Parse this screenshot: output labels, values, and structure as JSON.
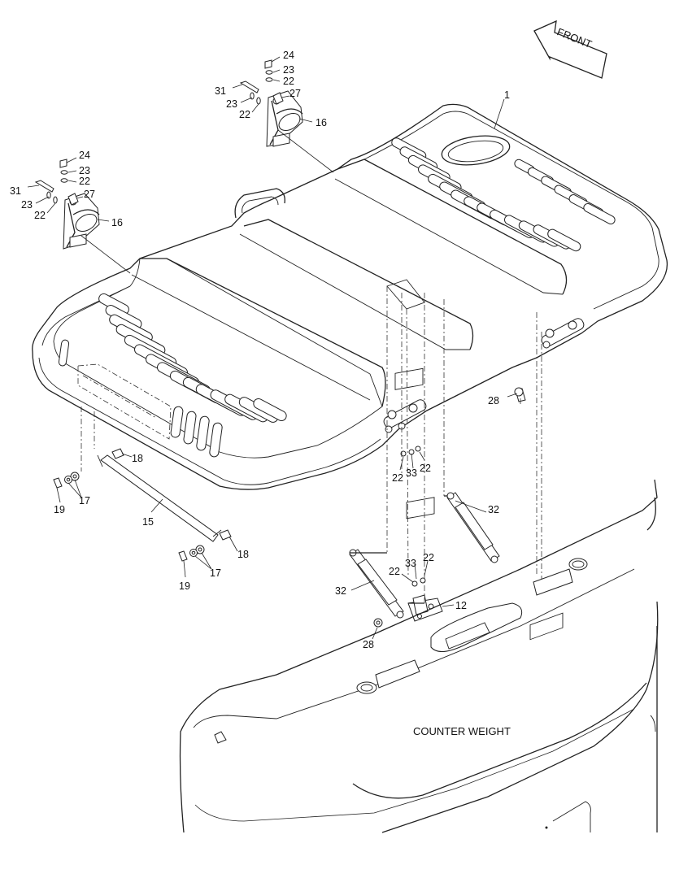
{
  "front_label": "FRONT",
  "counterweight_label": "COUNTER WEIGHT",
  "callouts": [
    {
      "id": "c-1",
      "text": "1"
    },
    {
      "id": "c-24a",
      "text": "24"
    },
    {
      "id": "c-23a",
      "text": "23"
    },
    {
      "id": "c-22a",
      "text": "22"
    },
    {
      "id": "c-31a",
      "text": "31"
    },
    {
      "id": "c-23b",
      "text": "23"
    },
    {
      "id": "c-27a",
      "text": "27"
    },
    {
      "id": "c-22b",
      "text": "22"
    },
    {
      "id": "c-16a",
      "text": "16"
    },
    {
      "id": "c-24b",
      "text": "24"
    },
    {
      "id": "c-23c",
      "text": "23"
    },
    {
      "id": "c-22c",
      "text": "22"
    },
    {
      "id": "c-31b",
      "text": "31"
    },
    {
      "id": "c-27b",
      "text": "27"
    },
    {
      "id": "c-23d",
      "text": "23"
    },
    {
      "id": "c-22d",
      "text": "22"
    },
    {
      "id": "c-16b",
      "text": "16"
    },
    {
      "id": "c-28a",
      "text": "28"
    },
    {
      "id": "c-18a",
      "text": "18"
    },
    {
      "id": "c-22e",
      "text": "22"
    },
    {
      "id": "c-33a",
      "text": "33"
    },
    {
      "id": "c-22f",
      "text": "22"
    },
    {
      "id": "c-19a",
      "text": "19"
    },
    {
      "id": "c-17a",
      "text": "17"
    },
    {
      "id": "c-32a",
      "text": "32"
    },
    {
      "id": "c-15",
      "text": "15"
    },
    {
      "id": "c-18b",
      "text": "18"
    },
    {
      "id": "c-33b",
      "text": "33"
    },
    {
      "id": "c-22g",
      "text": "22"
    },
    {
      "id": "c-22h",
      "text": "22"
    },
    {
      "id": "c-17b",
      "text": "17"
    },
    {
      "id": "c-19b",
      "text": "19"
    },
    {
      "id": "c-12",
      "text": "12"
    },
    {
      "id": "c-32b",
      "text": "32"
    },
    {
      "id": "c-28b",
      "text": "28"
    }
  ]
}
